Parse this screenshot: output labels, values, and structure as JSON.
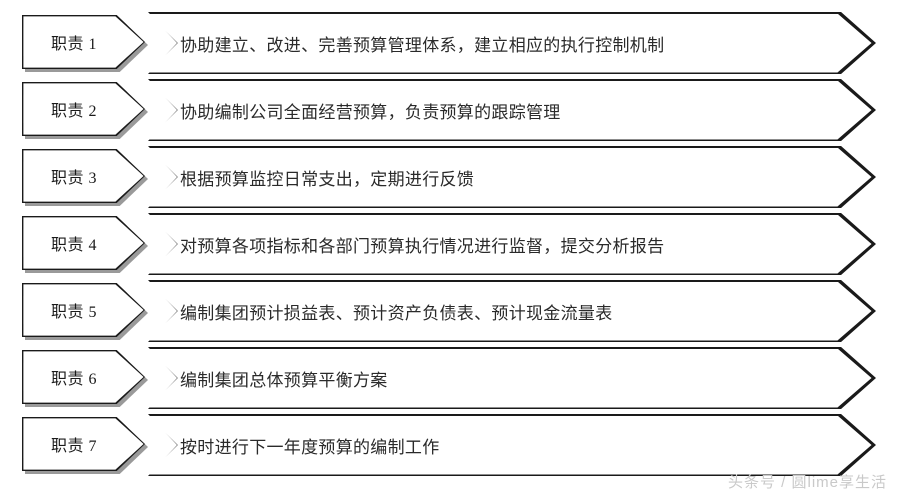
{
  "diagram": {
    "type": "responsibility-list",
    "title": "",
    "row_count": 7,
    "colors": {
      "outline": "#1a1a1a",
      "background": "#ffffff",
      "shadow": "#9a9a9a",
      "text": "#2a2a2a",
      "watermark": "#c9c9c9"
    },
    "rows": [
      {
        "label": "职责 1",
        "description": "协助建立、改进、完善预算管理体系，建立相应的执行控制机制"
      },
      {
        "label": "职责 2",
        "description": "协助编制公司全面经营预算，负责预算的跟踪管理"
      },
      {
        "label": "职责 3",
        "description": "根据预算监控日常支出，定期进行反馈"
      },
      {
        "label": "职责 4",
        "description": "对预算各项指标和各部门预算执行情况进行监督，提交分析报告"
      },
      {
        "label": "职责 5",
        "description": "编制集团预计损益表、预计资产负债表、预计现金流量表"
      },
      {
        "label": "职责 6",
        "description": "编制集团总体预算平衡方案"
      },
      {
        "label": "职责 7",
        "description": "按时进行下一年度预算的编制工作"
      }
    ]
  },
  "watermark": {
    "text": "头条号 / 圆lime享生活"
  }
}
